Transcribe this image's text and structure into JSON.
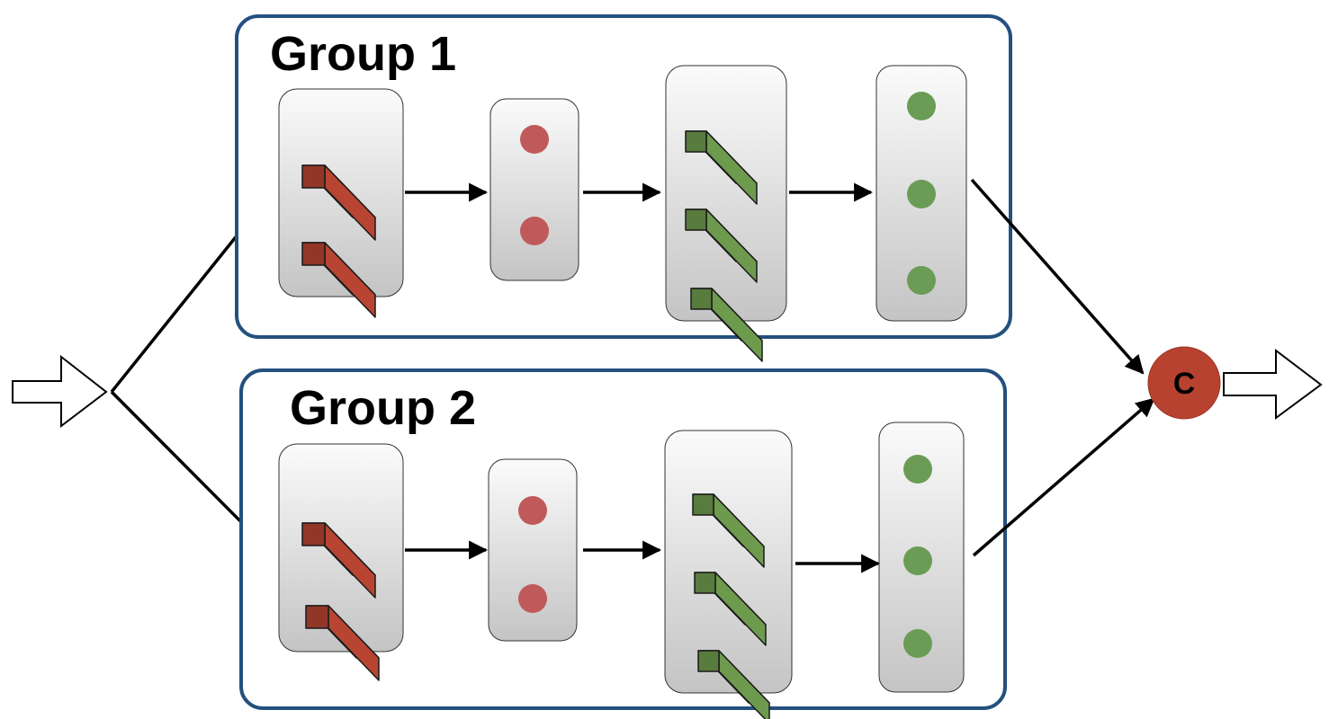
{
  "colors": {
    "group_border": "#24507f",
    "panel_fill_top": "#fbfbfb",
    "panel_fill_bottom": "#c4c4c4",
    "red_bar": "#b74532",
    "red_dot": "#c05a5a",
    "green_bar": "#6e9a4e",
    "green_dot": "#6b9c56",
    "concat_fill": "#b7422f",
    "arrow": "#000000"
  },
  "groups": [
    {
      "title": "Group 1"
    },
    {
      "title": "Group 2"
    }
  ],
  "concat": {
    "label": "C"
  },
  "icons": {
    "input_arrow": "hollow-right-arrow-icon",
    "output_arrow": "hollow-right-arrow-icon",
    "red_bar": "red-3d-bar-icon",
    "green_bar": "green-3d-bar-icon",
    "red_dot": "red-dot-icon",
    "green_dot": "green-dot-icon"
  }
}
